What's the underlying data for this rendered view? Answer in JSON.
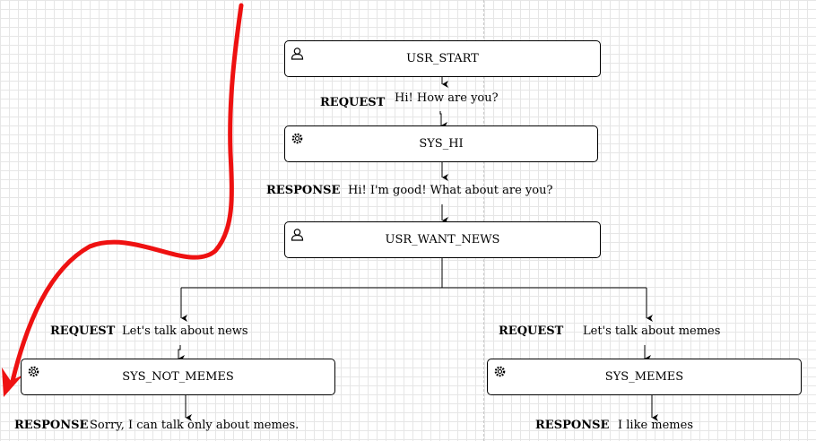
{
  "nodes": {
    "usr_start": {
      "label": "USR_START",
      "icon": "user-icon"
    },
    "sys_hi": {
      "label": "SYS_HI",
      "icon": "gear-icon"
    },
    "usr_want_news": {
      "label": "USR_WANT_NEWS",
      "icon": "user-icon"
    },
    "sys_not_memes": {
      "label": "SYS_NOT_MEMES",
      "icon": "gear-icon"
    },
    "sys_memes": {
      "label": "SYS_MEMES",
      "icon": "gear-icon"
    }
  },
  "labels": {
    "request_1": {
      "kind": "REQUEST",
      "text": "Hi! How are you?"
    },
    "response_1": {
      "kind": "RESPONSE",
      "text": "Hi! I'm good! What about are you?"
    },
    "request_left": {
      "kind": "REQUEST",
      "text": "Let's talk about news"
    },
    "response_left": {
      "kind": "RESPONSE",
      "text": "Sorry, I can talk only about memes."
    },
    "request_right": {
      "kind": "REQUEST",
      "text": "Let's talk about memes"
    },
    "response_right": {
      "kind": "RESPONSE",
      "text": "I like memes"
    }
  },
  "colors": {
    "annotation_arrow": "#ee1111",
    "edge": "#000000",
    "grid": "#e6e6e6"
  }
}
